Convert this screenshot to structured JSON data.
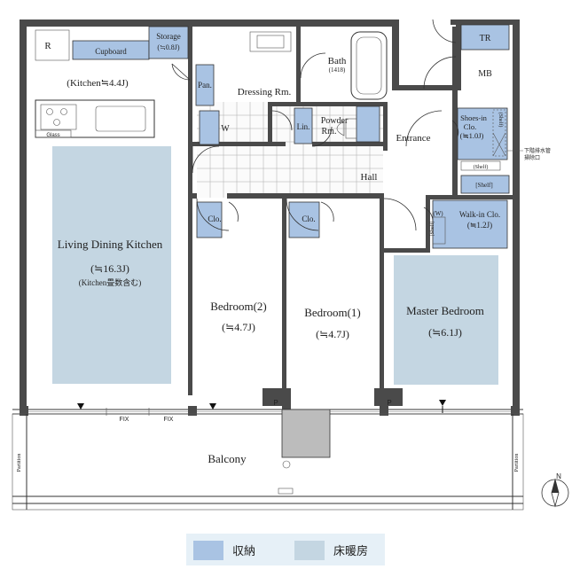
{
  "rooms": {
    "ldk": {
      "name": "Living Dining Kitchen",
      "size": "(≒16.3J)",
      "note": "(Kitchen畳数含む)"
    },
    "kitchen": {
      "size": "(Kitchen≒4.4J)"
    },
    "bedroom2": {
      "name": "Bedroom(2)",
      "size": "(≒4.7J)"
    },
    "bedroom1": {
      "name": "Bedroom(1)",
      "size": "(≒4.7J)"
    },
    "master": {
      "name": "Master Bedroom",
      "size": "(≒6.1J)"
    },
    "dressing": {
      "name": "Dressing Rm."
    },
    "bath": {
      "name": "Bath",
      "size": "(1418)"
    },
    "powder": {
      "name": "Powder",
      "name2": "Rm."
    },
    "entrance": {
      "name": "Entrance"
    },
    "hall": {
      "name": "Hall"
    },
    "balcony": {
      "name": "Balcony"
    }
  },
  "storage": {
    "r": "R",
    "cupboard": "Cupboard",
    "storage": "Storage",
    "storage_size": "(≒0.8J)",
    "pan": "Pan.",
    "w_dressing": "W",
    "lin": "Lin.",
    "tr": "TR",
    "mb": "MB",
    "shoes": "Shoes-in",
    "shoes2": "Clo.",
    "shoes_size": "(≒1.0J)",
    "shelf_v": "(Shelf)",
    "shelf_bottom": "(Shelf)",
    "shelf_top": "[Shelf]",
    "walkin": "Walk-in Clo.",
    "walkin_size": "(≒1.2J)",
    "w_walkin": "(W)",
    "shelf_walkin": "[Shelf]",
    "clo2": "Clo.",
    "clo1": "Clo.",
    "glass": "Glass"
  },
  "marks": {
    "fix1": "FIX",
    "fix2": "FIX",
    "p1": "P",
    "p2": "P",
    "partition_left": "Partition",
    "partition_right": "Partition",
    "drain_note_1": "下階排水管",
    "drain_note_2": "掃除口",
    "north": "N"
  },
  "legend": {
    "storage_label": "収納",
    "heating_label": "床暖房",
    "storage_color": "#a9c3e3",
    "heating_color": "#c4d6e2"
  }
}
